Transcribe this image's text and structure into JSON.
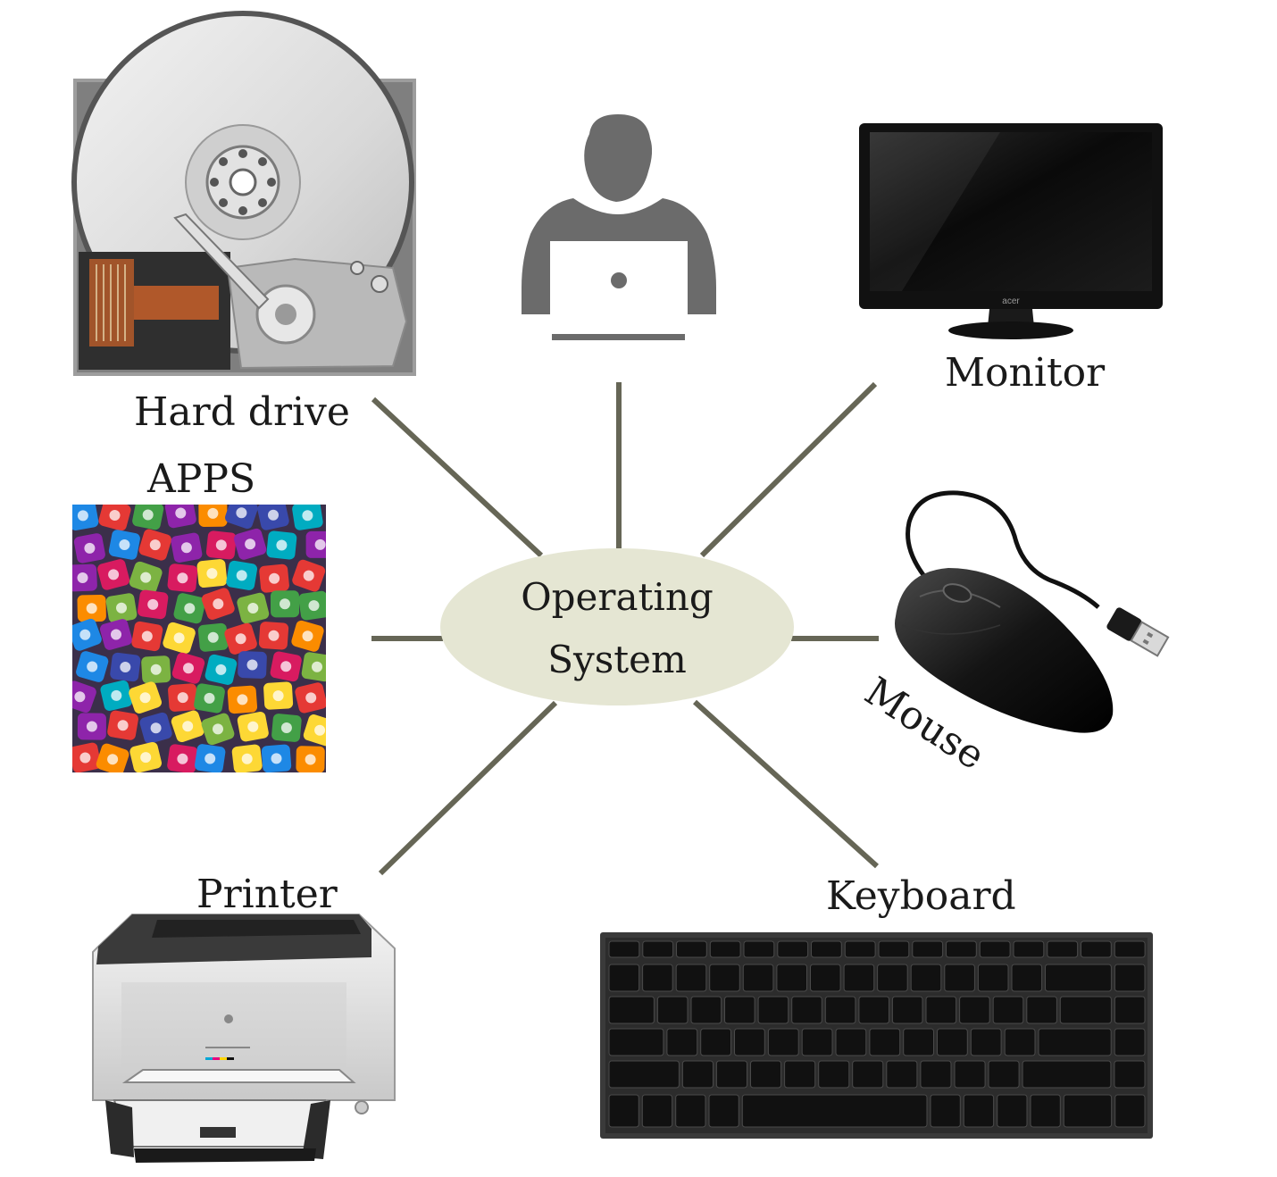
{
  "center": {
    "line1": "Operating",
    "line2": "System"
  },
  "labels": {
    "hard_drive": "Hard drive",
    "apps": "APPS",
    "monitor": "Monitor",
    "mouse": "Mouse",
    "printer": "Printer",
    "keyboard": "Keyboard"
  },
  "monitor_brand": "acer",
  "colors": {
    "connector": "#666656",
    "center_fill": "#e5e6d3",
    "user_icon": "#6b6b6b"
  }
}
